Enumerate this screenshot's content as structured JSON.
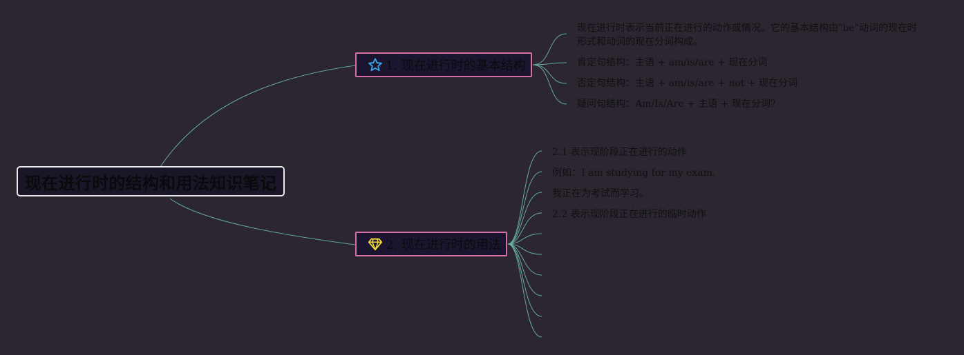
{
  "root": {
    "title": "现在进行时的结构和用法知识笔记"
  },
  "branches": [
    {
      "label": "1. 现在进行时的基本结构",
      "icon": "star-icon",
      "children": [
        "现在进行时表示当前正在进行的动作或情况。它的基本结构由\"be\"动词的现在时形式和动词的现在分词构成。",
        "肯定句结构：主语 + am/is/are + 现在分词",
        "否定句结构：主语 + am/is/are + not + 现在分词",
        "疑问句结构：Am/Is/Are + 主语 + 现在分词?"
      ]
    },
    {
      "label": "2. 现在进行时的用法",
      "icon": "diamond-icon",
      "children": [
        "2.1 表示现阶段正在进行的动作",
        "例如：I am studying for my exam.",
        "我正在为考试而学习。",
        "2.2 表示现阶段正在进行的临时动作",
        "",
        "",
        "",
        "",
        "",
        ""
      ]
    }
  ],
  "colors": {
    "background": "#2b2630",
    "connector": "#6fb7ad",
    "branch_border": "#d96fa6",
    "root_border": "#e9e9ee",
    "star_icon": "#3aa7e8",
    "diamond_icon": "#f2d93b"
  }
}
